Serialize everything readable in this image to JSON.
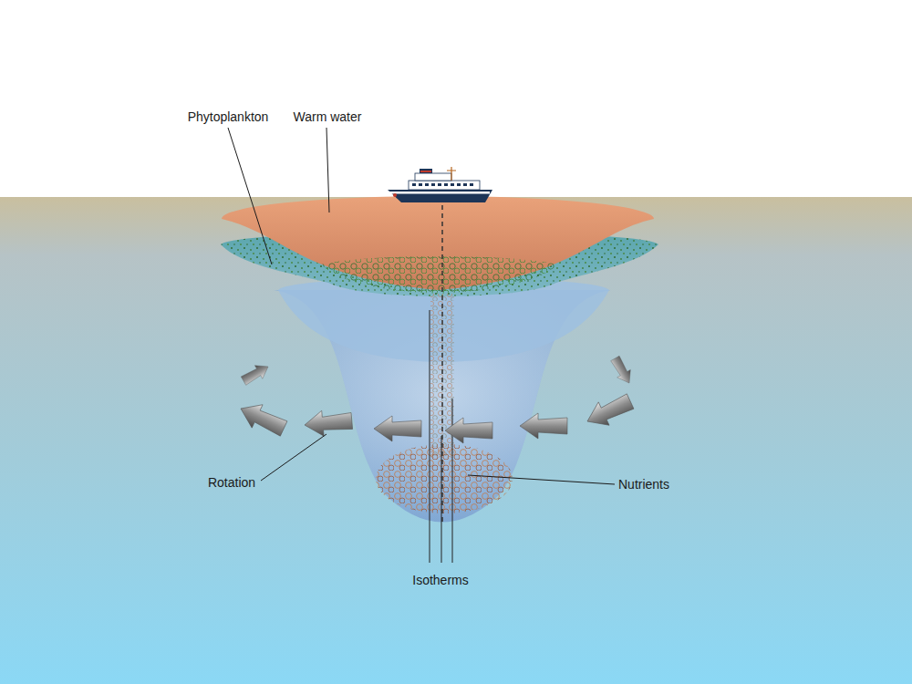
{
  "diagram": {
    "labels": [
      "Phytoplankton",
      "Warm water",
      "Rotation",
      "Nutrients",
      "Isotherms"
    ]
  }
}
